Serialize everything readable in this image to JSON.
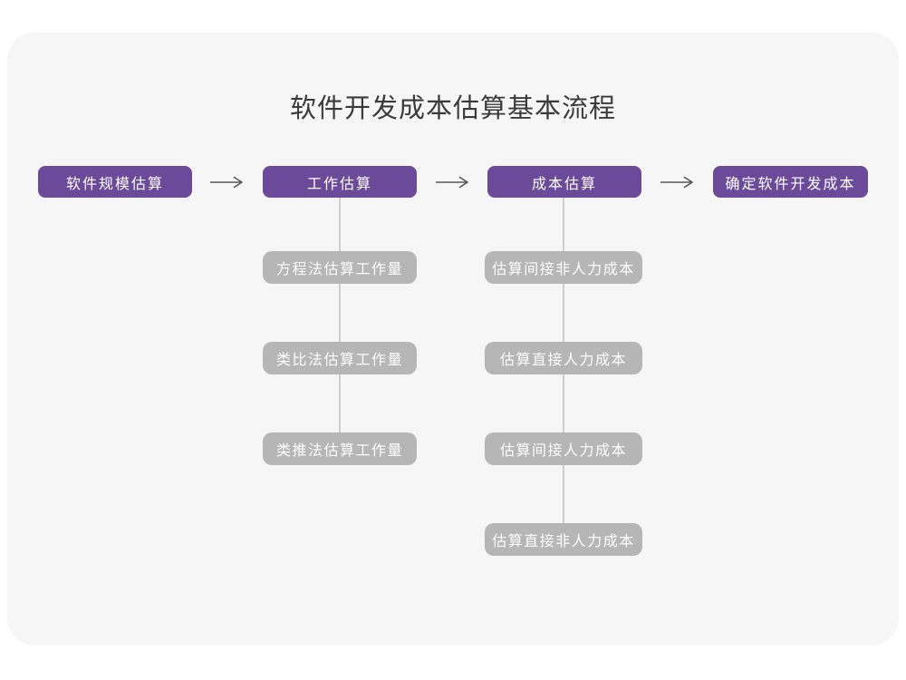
{
  "diagram": {
    "title": "软件开发成本估算基本流程",
    "stages": [
      {
        "label": "软件规模估算"
      },
      {
        "label": "工作估算",
        "substeps": [
          "方程法估算工作量",
          "类比法估算工作量",
          "类推法估算工作量"
        ]
      },
      {
        "label": "成本估算",
        "substeps": [
          "估算间接非人力成本",
          "估算直接人力成本",
          "估算间接人力成本",
          "估算直接非人力成本"
        ]
      },
      {
        "label": "确定软件开发成本"
      }
    ],
    "colors": {
      "stage_fill": "#6b4a99",
      "substep_fill": "#b6b6b6",
      "box_text": "#ffffff",
      "card_background": "#f6f6f6",
      "page_background": "#ffffff",
      "arrow": "#58585b",
      "connector_line": "#cfcfcf",
      "title_text": "#3b3b3b"
    }
  }
}
